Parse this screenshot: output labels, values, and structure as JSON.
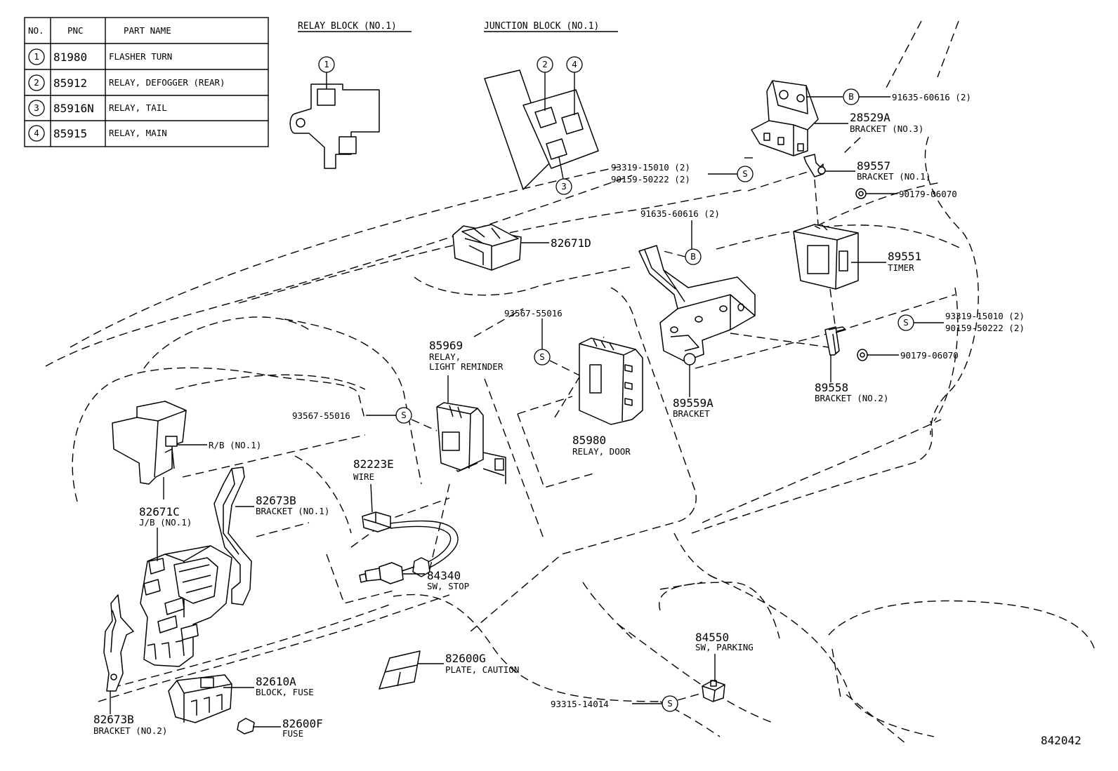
{
  "parts_table": {
    "headers": {
      "no": "NO.",
      "pnc": "PNC",
      "part_name": "PART NAME"
    },
    "rows": [
      {
        "no": "1",
        "pnc": "81980",
        "part_name": "FLASHER TURN"
      },
      {
        "no": "2",
        "pnc": "85912",
        "part_name": "RELAY, DEFOGGER (REAR)"
      },
      {
        "no": "3",
        "pnc": "85916N",
        "part_name": "RELAY, TAIL"
      },
      {
        "no": "4",
        "pnc": "85915",
        "part_name": "RELAY, MAIN"
      }
    ]
  },
  "headings": {
    "relay_block": "RELAY BLOCK (NO.1)",
    "junction_block": "JUNCTION BLOCK (NO.1)"
  },
  "callout_symbols": {
    "b": "B",
    "s": "S",
    "n1": "1",
    "n2": "2",
    "n3": "3",
    "n4": "4"
  },
  "labels": {
    "p91635_top": "91635-60616 (2)",
    "p28529a": "28529A",
    "p28529a_name": "BRACKET (NO.3)",
    "p93319_top": "93319-15010 (2)",
    "p90159_top": "90159-50222 (2)",
    "p89557": "89557",
    "p89557_name": "BRACKET (NO.1)",
    "p90179_top": "90179-06070",
    "p91635_mid": "91635-60616 (2)",
    "p82671d": "82671D",
    "p89551": "89551",
    "p89551_name": "TIMER",
    "p93319_right": "93319-15010 (2)",
    "p90159_right": "90159-50222 (2)",
    "p90179_right": "90179-06070",
    "p93567_mid": "93567-55016",
    "p85969": "85969",
    "p85969_name1": "RELAY,",
    "p85969_name2": "LIGHT REMINDER",
    "p89559a": "89559A",
    "p89559a_name": "BRACKET",
    "p89558": "89558",
    "p89558_name": "BRACKET (NO.2)",
    "p93567_left": "93567-55016",
    "p85980": "85980",
    "p85980_name": "RELAY, DOOR",
    "p_rb": "R/B (NO.1)",
    "p82223e": "82223E",
    "p82223e_name": "WIRE",
    "p82671c": "82671C",
    "p82671c_name": "J/B (NO.1)",
    "p82673b_top": "82673B",
    "p82673b_top_name": "BRACKET (NO.1)",
    "p84340": "84340",
    "p84340_name": "SW, STOP",
    "p84550": "84550",
    "p84550_name": "SW, PARKING",
    "p82600g": "82600G",
    "p82600g_name": "PLATE, CAUTION",
    "p82610a": "82610A",
    "p82610a_name": "BLOCK, FUSE",
    "p93315": "93315-14014",
    "p82673b_bot": "82673B",
    "p82673b_bot_name": "BRACKET (NO.2)",
    "p82600f": "82600F",
    "p82600f_name": "FUSE"
  },
  "diagram_id": "842042"
}
